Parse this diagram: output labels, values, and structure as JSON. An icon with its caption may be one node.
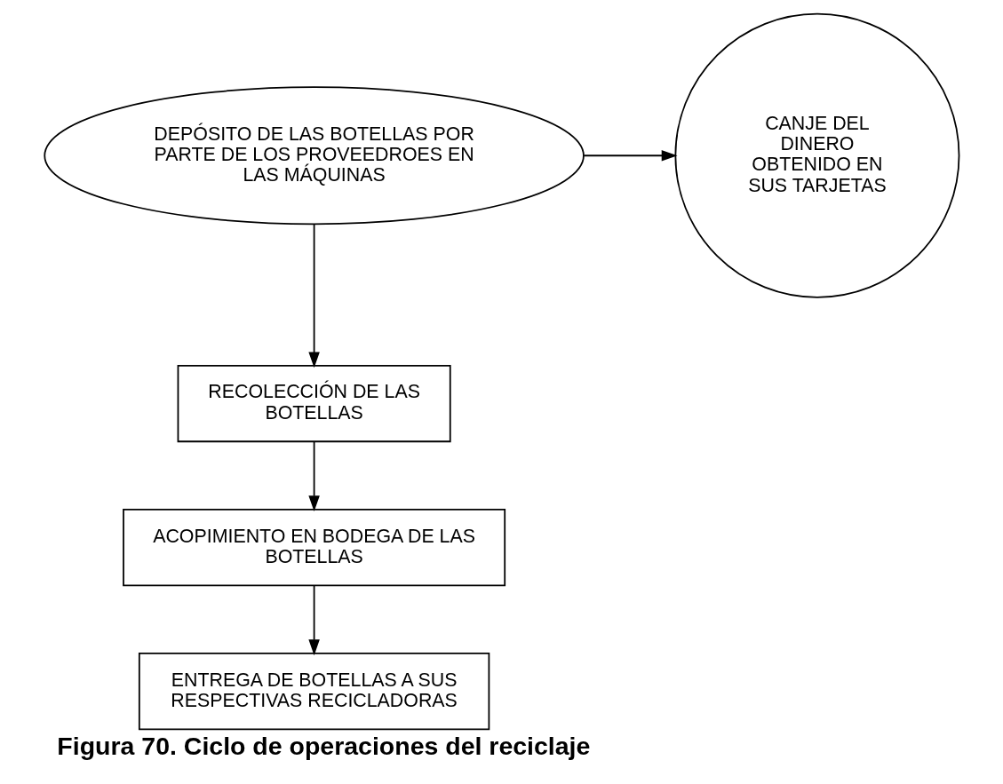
{
  "diagram": {
    "caption": "Figura 70. Ciclo de operaciones del reciclaje",
    "nodes": [
      {
        "text": [
          "DEPÓSITO DE LAS BOTELLAS POR PARTE DE LOS PROVEEDROES EN LAS MÁQUINAS"
        ]
      },
      {
        "text": [
          "CANJE DEL DINERO OBTENIDO EN SUS TARJETAS"
        ]
      },
      {
        "text": [
          "RECOLECCIÓN DE LAS BOTELLAS"
        ]
      },
      {
        "text": [
          "ACOPIMIENTO EN BODEGA DE LAS BOTELLAS"
        ]
      },
      {
        "text": [
          "ENTREGA DE BOTELLAS A SUS RESPECTIVAS RECICLADORAS"
        ]
      }
    ],
    "edges": [
      {
        "from": 0,
        "to": 1,
        "arrow": "to"
      },
      {
        "from": 0,
        "to": 2,
        "arrow": "to"
      },
      {
        "from": 2,
        "to": 3,
        "arrow": "to"
      },
      {
        "from": 3,
        "to": 4,
        "arrow": "to"
      }
    ]
  }
}
